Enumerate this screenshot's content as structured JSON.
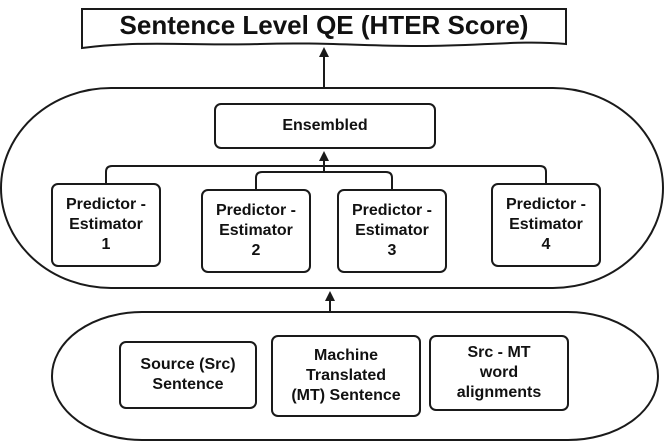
{
  "title": "Sentence Level QE (HTER Score)",
  "ensembled": "Ensembled",
  "predictors": [
    {
      "lines": [
        "Predictor -",
        "Estimator",
        "1"
      ]
    },
    {
      "lines": [
        "Predictor -",
        "Estimator",
        "2"
      ]
    },
    {
      "lines": [
        "Predictor -",
        "Estimator",
        "3"
      ]
    },
    {
      "lines": [
        "Predictor -",
        "Estimator",
        "4"
      ]
    }
  ],
  "inputs": [
    {
      "lines": [
        "Source (Src)",
        "Sentence"
      ]
    },
    {
      "lines": [
        "Machine",
        "Translated",
        "(MT) Sentence"
      ]
    },
    {
      "lines": [
        "Src - MT",
        "word",
        "alignments"
      ]
    }
  ],
  "colors": {
    "stroke": "#1a1a1a",
    "fill": "#ffffff",
    "text": "#111111"
  }
}
